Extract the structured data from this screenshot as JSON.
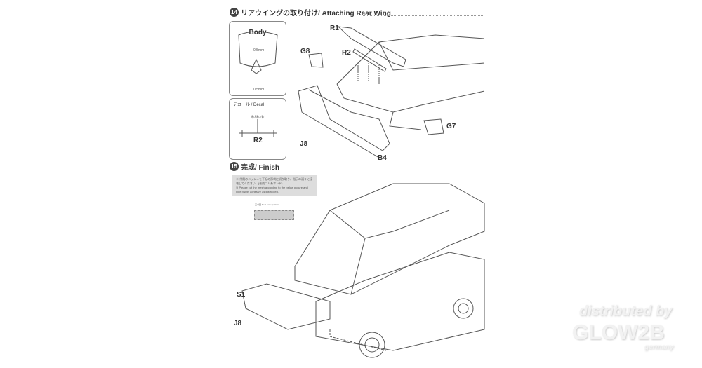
{
  "step14": {
    "number": "14",
    "title": "リアウイングの取り付け/ Attaching Rear Wing",
    "body_box": {
      "title": "Body",
      "thickness_top": "0.5mm",
      "thickness_bottom": "0.5mm"
    },
    "decal_box": {
      "title": "デカール / Decal",
      "decal_ref": "⑥/⑧/⑨",
      "part": "R2"
    },
    "parts": {
      "r1": "R1",
      "r2": "R2",
      "g8": "G8",
      "g7": "G7",
      "j8": "J8",
      "b4": "B4"
    }
  },
  "step15": {
    "number": "15",
    "title": "完成/ Finish",
    "note_jp": "※ 付属のメッシュを下記の形状に切り取り、指示の通りに接着してください。(合成ゴム系ボンド)",
    "note_en": "※ Please cut the mesh according to the below picture and glue it with adhesive as instructed.",
    "mesh_label": "実寸図 Real scale pattern",
    "parts": {
      "s1": "S1",
      "j8": "J8"
    }
  },
  "watermark": {
    "line1": "distributed by",
    "line2": "GLOW2B",
    "line3": "germany"
  }
}
